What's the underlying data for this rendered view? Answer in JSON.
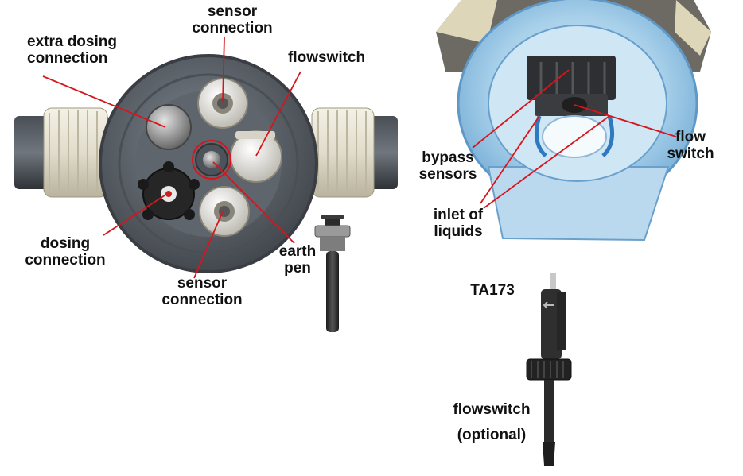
{
  "labels": {
    "sensor_top_1": "sensor",
    "sensor_top_2": "connection",
    "extra_dosing_1": "extra dosing",
    "extra_dosing_2": "connection",
    "flowswitch_top": "flowswitch",
    "dosing_1": "dosing",
    "dosing_2": "connection",
    "sensor_bottom_1": "sensor",
    "sensor_bottom_2": "connection",
    "earth_1": "earth",
    "earth_2": "pen",
    "bypass_1": "bypass",
    "bypass_2": "sensors",
    "inlet_1": "inlet of",
    "inlet_2": "liquids",
    "flow_switch_1": "flow",
    "flow_switch_2": "switch",
    "part_number": "TA173",
    "flowswitch_opt_1": "flowswitch",
    "flowswitch_opt_2": "(optional)"
  },
  "colors": {
    "leader_line": "#d8141c",
    "housing_gray": "#5b6068",
    "housing_dark": "#41464d",
    "cap_cream": "#e9e4d3",
    "knob_black": "#262626",
    "glass_blue": "#9cc9e6"
  }
}
